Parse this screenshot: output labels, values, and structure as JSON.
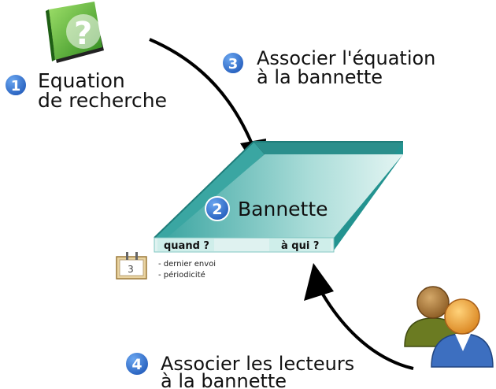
{
  "steps": [
    {
      "number": "1",
      "line1": "Equation",
      "line2": "de recherche"
    },
    {
      "number": "2",
      "line1": "Bannette"
    },
    {
      "number": "3",
      "line1": "Associer l'équation",
      "line2": "à la bannette"
    },
    {
      "number": "4",
      "line1": "Associer les lecteurs",
      "line2": "à la bannette"
    }
  ],
  "tray": {
    "tab_when": "quand ?",
    "tab_who": "à qui ?"
  },
  "calendar": {
    "day": "3",
    "notes": [
      "- dernier envoi",
      "- périodicité"
    ]
  },
  "icons": [
    "book-question-icon",
    "calendar-icon",
    "users-icon"
  ],
  "colors": {
    "badge": "#2f6fd0",
    "tray": "#2e9c9a",
    "tray_inner": "#b9e6e2"
  }
}
